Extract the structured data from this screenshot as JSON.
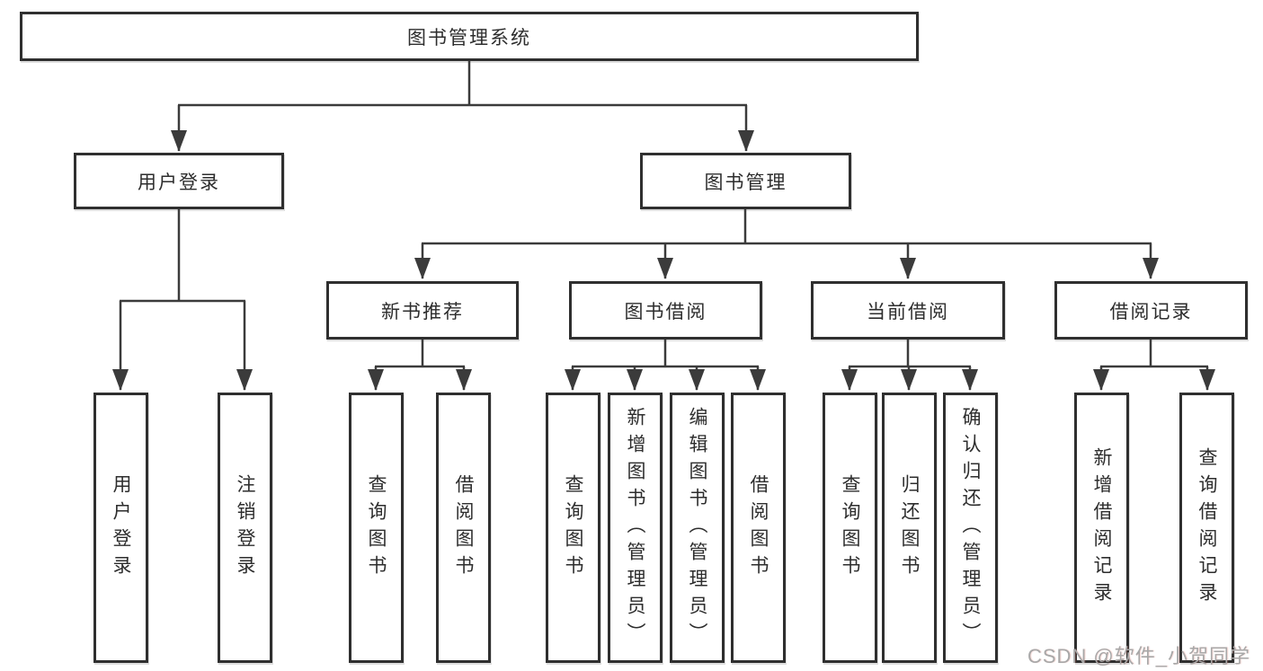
{
  "diagram": {
    "root": {
      "label": "图书管理系统"
    },
    "branches": [
      {
        "label": "用户登录",
        "children": [
          {
            "label": "用户登录"
          },
          {
            "label": "注销登录"
          }
        ]
      },
      {
        "label": "图书管理",
        "children": [
          {
            "label": "新书推荐",
            "children": [
              {
                "label": "查询图书"
              },
              {
                "label": "借阅图书"
              }
            ]
          },
          {
            "label": "图书借阅",
            "children": [
              {
                "label": "查询图书"
              },
              {
                "label": "新增图书（管理员）"
              },
              {
                "label": "编辑图书（管理员）"
              },
              {
                "label": "借阅图书"
              }
            ]
          },
          {
            "label": "当前借阅",
            "children": [
              {
                "label": "查询图书"
              },
              {
                "label": "归还图书"
              },
              {
                "label": "确认归还（管理员）"
              }
            ]
          },
          {
            "label": "借阅记录",
            "children": [
              {
                "label": "新增借阅记录"
              },
              {
                "label": "查询借阅记录"
              }
            ]
          }
        ]
      }
    ]
  },
  "watermark": {
    "text": "CSDN @软件_小贺同学"
  },
  "colors": {
    "line": "#3b3b3b",
    "border": "#2f2f2f",
    "text": "#2d2d2d",
    "watermark": "#a8a8a8",
    "background": "#ffffff"
  }
}
